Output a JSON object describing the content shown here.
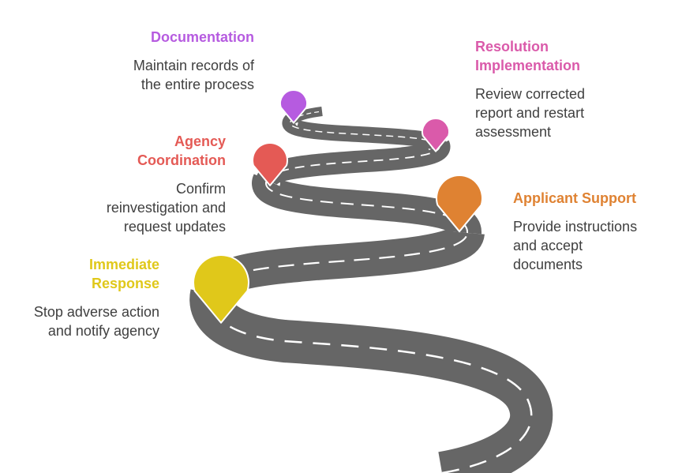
{
  "diagram": {
    "type": "winding-road-roadmap",
    "road_color": "#666666",
    "dash_color": "#ffffff",
    "steps": [
      {
        "id": "immediate-response",
        "title": "Immediate Response",
        "title_lines": [
          "Immediate",
          "Response"
        ],
        "description_lines": [
          "Stop adverse action",
          "and notify agency"
        ],
        "color": "#E0C81A"
      },
      {
        "id": "applicant-support",
        "title": "Applicant Support",
        "title_lines": [
          "Applicant Support"
        ],
        "description_lines": [
          "Provide instructions",
          "and accept",
          "documents"
        ],
        "color": "#DF8232"
      },
      {
        "id": "agency-coordination",
        "title": "Agency Coordination",
        "title_lines": [
          "Agency",
          "Coordination"
        ],
        "description_lines": [
          "Confirm",
          "reinvestigation and",
          "request updates"
        ],
        "color": "#E45A55"
      },
      {
        "id": "resolution-implementation",
        "title": "Resolution Implementation",
        "title_lines": [
          "Resolution",
          "Implementation"
        ],
        "description_lines": [
          "Review corrected",
          "report and restart",
          "assessment"
        ],
        "color": "#DA5AAA"
      },
      {
        "id": "documentation",
        "title": "Documentation",
        "title_lines": [
          "Documentation"
        ],
        "description_lines": [
          "Maintain records of",
          "the entire process"
        ],
        "color": "#B65BE0"
      }
    ]
  }
}
